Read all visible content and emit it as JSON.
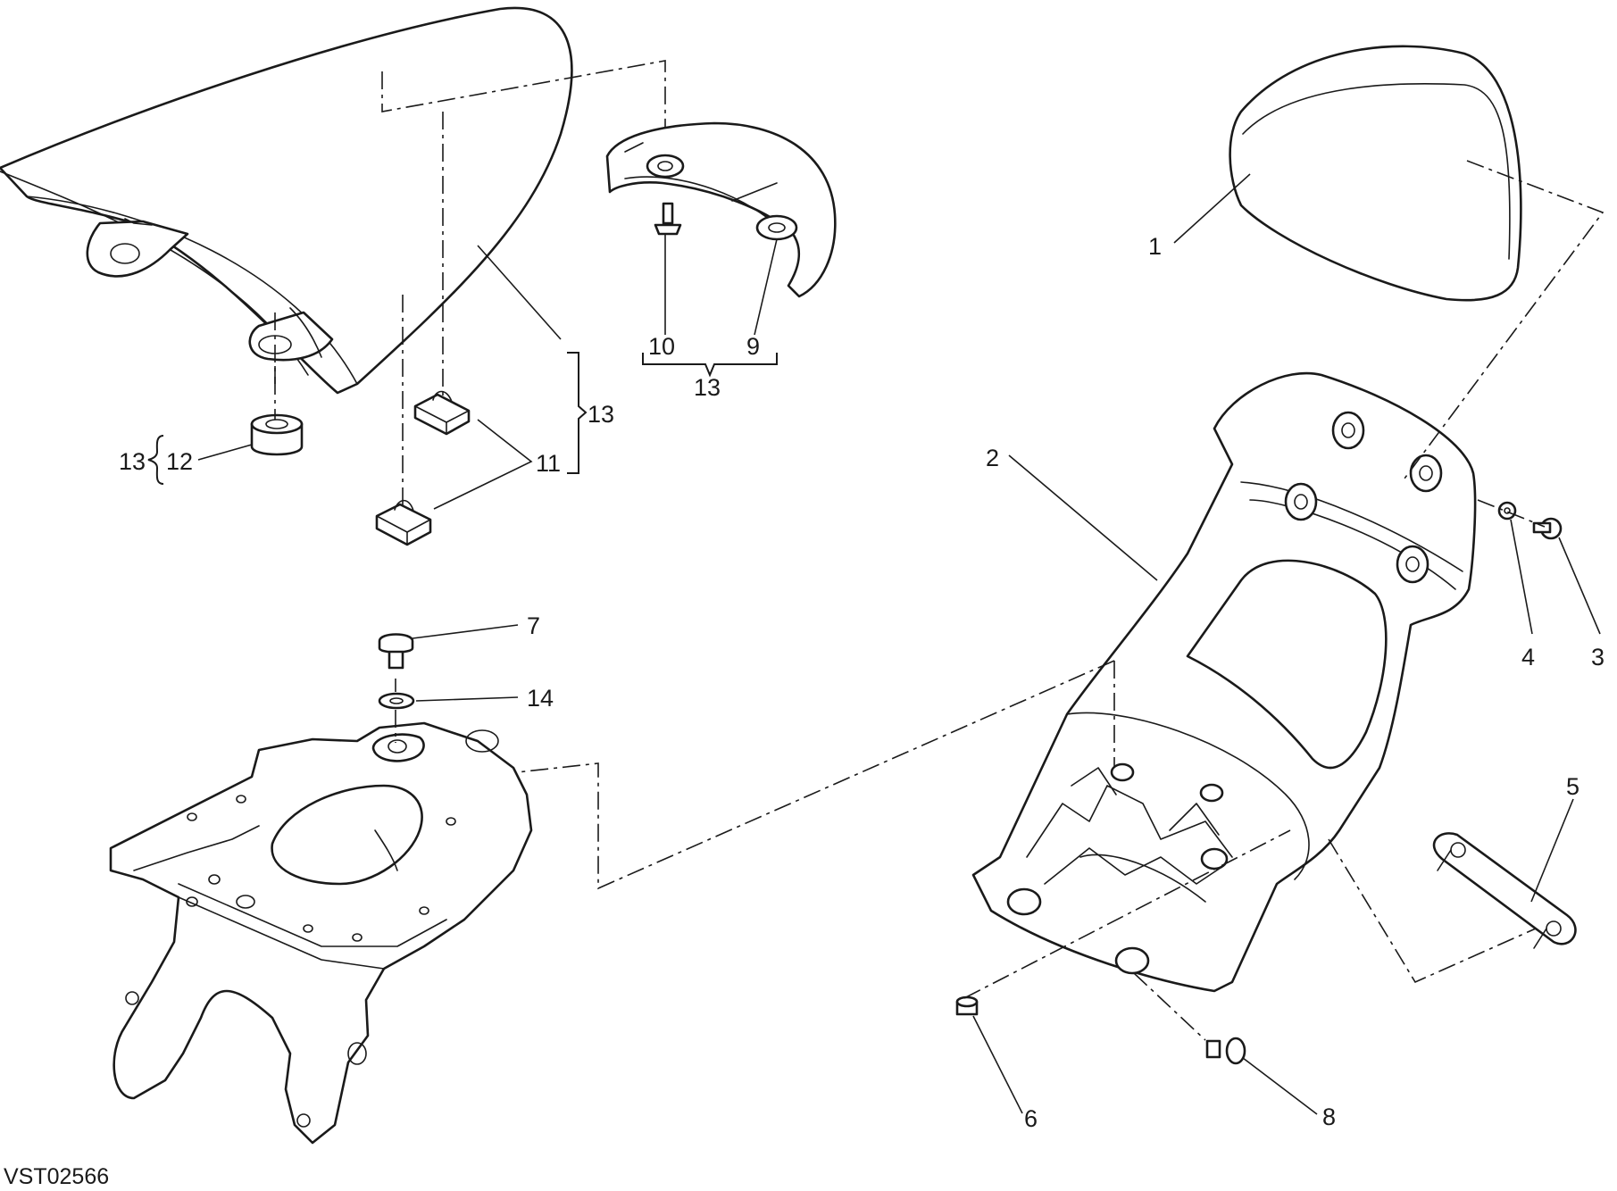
{
  "diagram": {
    "code": "VST02566",
    "callouts": {
      "c1": "1",
      "c2": "2",
      "c3": "3",
      "c4": "4",
      "c5": "5",
      "c6": "6",
      "c7": "7",
      "c8": "8",
      "c9": "9",
      "c10": "10",
      "c11": "11",
      "c12": "12",
      "c13a": "13",
      "c13b": "13",
      "c13c": "13",
      "c14": "14"
    }
  }
}
